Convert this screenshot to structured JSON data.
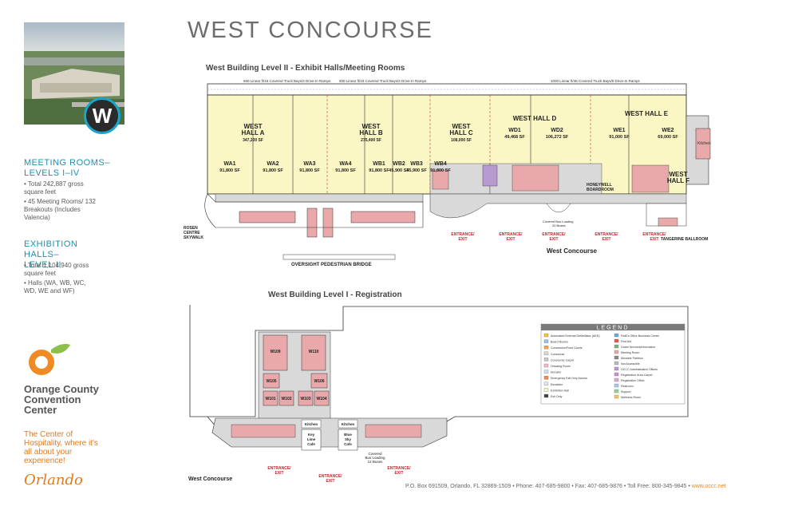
{
  "title": "WEST CONCOURSE",
  "badge_letter": "W",
  "sidebar": {
    "meeting_heading": "MEETING ROOMS–\nLEVELS I–IV",
    "meeting_items": [
      "Total 242,887 gross square feet",
      "45 Meeting Rooms/ 132 Breakouts (Includes Valencia)"
    ],
    "exhibit_heading": "EXHIBITION HALLS–\nLEVEL II",
    "exhibit_items": [
      "Total 1,104,940 gross square feet",
      "Halls (WA, WB, WC, WD, WE and WF)"
    ]
  },
  "logo": {
    "name": "Orange County Convention Center",
    "tagline": "The Center of Hospitality, where it's all about your experience!",
    "script": "Orlando"
  },
  "level2": {
    "title": "West Building Level II - Exhibit Halls/Meeting Rooms",
    "halls": [
      {
        "name": "WEST\nHALL A",
        "sf": "347,200 SF"
      },
      {
        "name": "WEST\nHALL B",
        "sf": "275,400 SF"
      },
      {
        "name": "WEST\nHALL C",
        "sf": "108,000 SF"
      },
      {
        "name": "WEST HALL D",
        "sf": ""
      },
      {
        "name": "WEST HALL E",
        "sf": ""
      },
      {
        "name": "WEST\nHALL F",
        "sf": ""
      }
    ],
    "subhalls": [
      {
        "name": "WA1",
        "sf": "91,800 SF"
      },
      {
        "name": "WA2",
        "sf": "91,800 SF"
      },
      {
        "name": "WA3",
        "sf": "91,800 SF"
      },
      {
        "name": "WA4",
        "sf": "91,800 SF"
      },
      {
        "name": "WB1",
        "sf": "91,800 SF"
      },
      {
        "name": "WB2",
        "sf": "45,900 SF"
      },
      {
        "name": "WB3",
        "sf": "45,900 SF"
      },
      {
        "name": "WB4",
        "sf": "91,800 SF"
      },
      {
        "name": "WD1",
        "sf": "49,468 SF"
      },
      {
        "name": "WD2",
        "sf": "106,272 SF"
      },
      {
        "name": "WE1",
        "sf": "91,000 SF"
      },
      {
        "name": "WE2",
        "sf": "69,000 SF"
      }
    ],
    "labels": {
      "rosen": "ROSEN\nCENTRE\nSKYWALK",
      "oversight": "OVERSIGHT PEDESTRIAN BRIDGE",
      "west_concourse": "West Concourse",
      "entrance": "ENTRANCE/\nEXIT",
      "honeywell": "HONEYWELL\nBOARDROOM",
      "tangerine": "TANGERINE\nBALLROOM",
      "kitchen": "Kitchen",
      "covered_bus": "Covered Bus Loading\n20 Buses",
      "truck1": "660 Linear ft/16 Covered Truck Bays/4 Drive-In Ramps",
      "truck2": "600 Linear ft/33 Covered Truck Bays/4 Drive-In Ramps",
      "truck3": "1000 Linear ft/46 Covered Truck Bays/5 Drive-In Ramps"
    }
  },
  "level1": {
    "title": "West Building Level I - Registration",
    "labels": {
      "west_concourse": "West Concourse",
      "entrance": "ENTRANCE/\nEXIT",
      "kitchen": "Kitchen",
      "keylime": "Key\nLime\nCafe",
      "bluesky": "Blue\nSky\nCafe",
      "covered_bus": "Covered\nBus Loading\n12 Buses",
      "rooms": [
        "W109",
        "W110",
        "W105",
        "W106",
        "W101",
        "W102",
        "W103",
        "W104"
      ]
    }
  },
  "legend": {
    "title": "LEGEND",
    "left": [
      "Automated External Defibrillator (AED)",
      "Board Rooms",
      "Concession/Food Courts",
      "Concourse",
      "Concourse-Carpet",
      "Dressing Room",
      "Elevator",
      "Emergency Exit Only Access",
      "Escalator",
      "Exhibition Hall",
      "Exit Only"
    ],
    "right": [
      "FedEx Office Business Center",
      "First Aid",
      "Guest Services/Information",
      "Meeting Room",
      "Movable Partition",
      "Not Accessible",
      "OCCC Administrative Offices",
      "Registration Area-Carpet",
      "Registration Office",
      "Restroom",
      "Support",
      "Wellness Room"
    ]
  },
  "footer": {
    "text": "P.O. Box 691509, Orlando, FL 32869-1509 • Phone: 407-685-9800 • Fax: 407-685-9876 • Toll Free: 800-345-9845 • ",
    "web": "www.occc.net"
  },
  "colors": {
    "hall": "#fbf7c4",
    "meeting": "#e9a8a9",
    "concourse": "#d9d9d9",
    "accent": "#1f8faf",
    "orange": "#e17a1c",
    "exit": "#d11f26"
  }
}
